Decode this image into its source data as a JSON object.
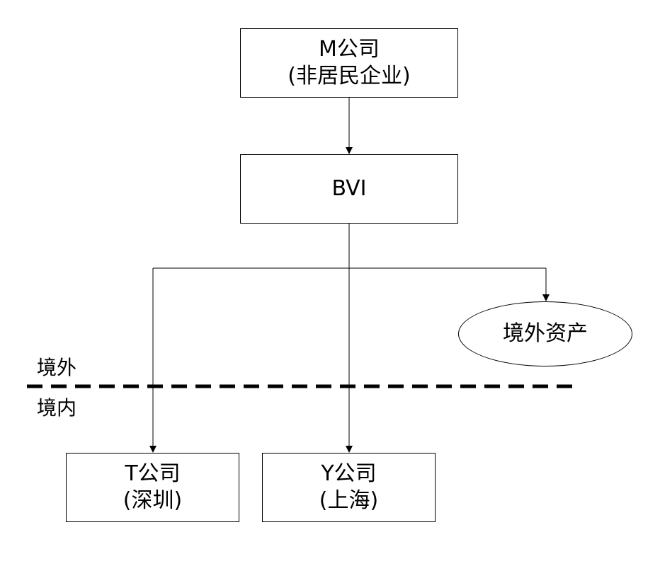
{
  "nodes": {
    "m_company": {
      "line1": "M公司",
      "line2": "(非居民企业)"
    },
    "bvi": {
      "label": "BVI"
    },
    "offshore_assets": {
      "label": "境外资产"
    },
    "t_company": {
      "line1": "T公司",
      "line2": "(深圳)"
    },
    "y_company": {
      "line1": "Y公司",
      "line2": "(上海)"
    }
  },
  "zones": {
    "offshore": "境外",
    "onshore": "境内"
  },
  "colors": {
    "stroke": "#000000",
    "background": "#ffffff"
  }
}
